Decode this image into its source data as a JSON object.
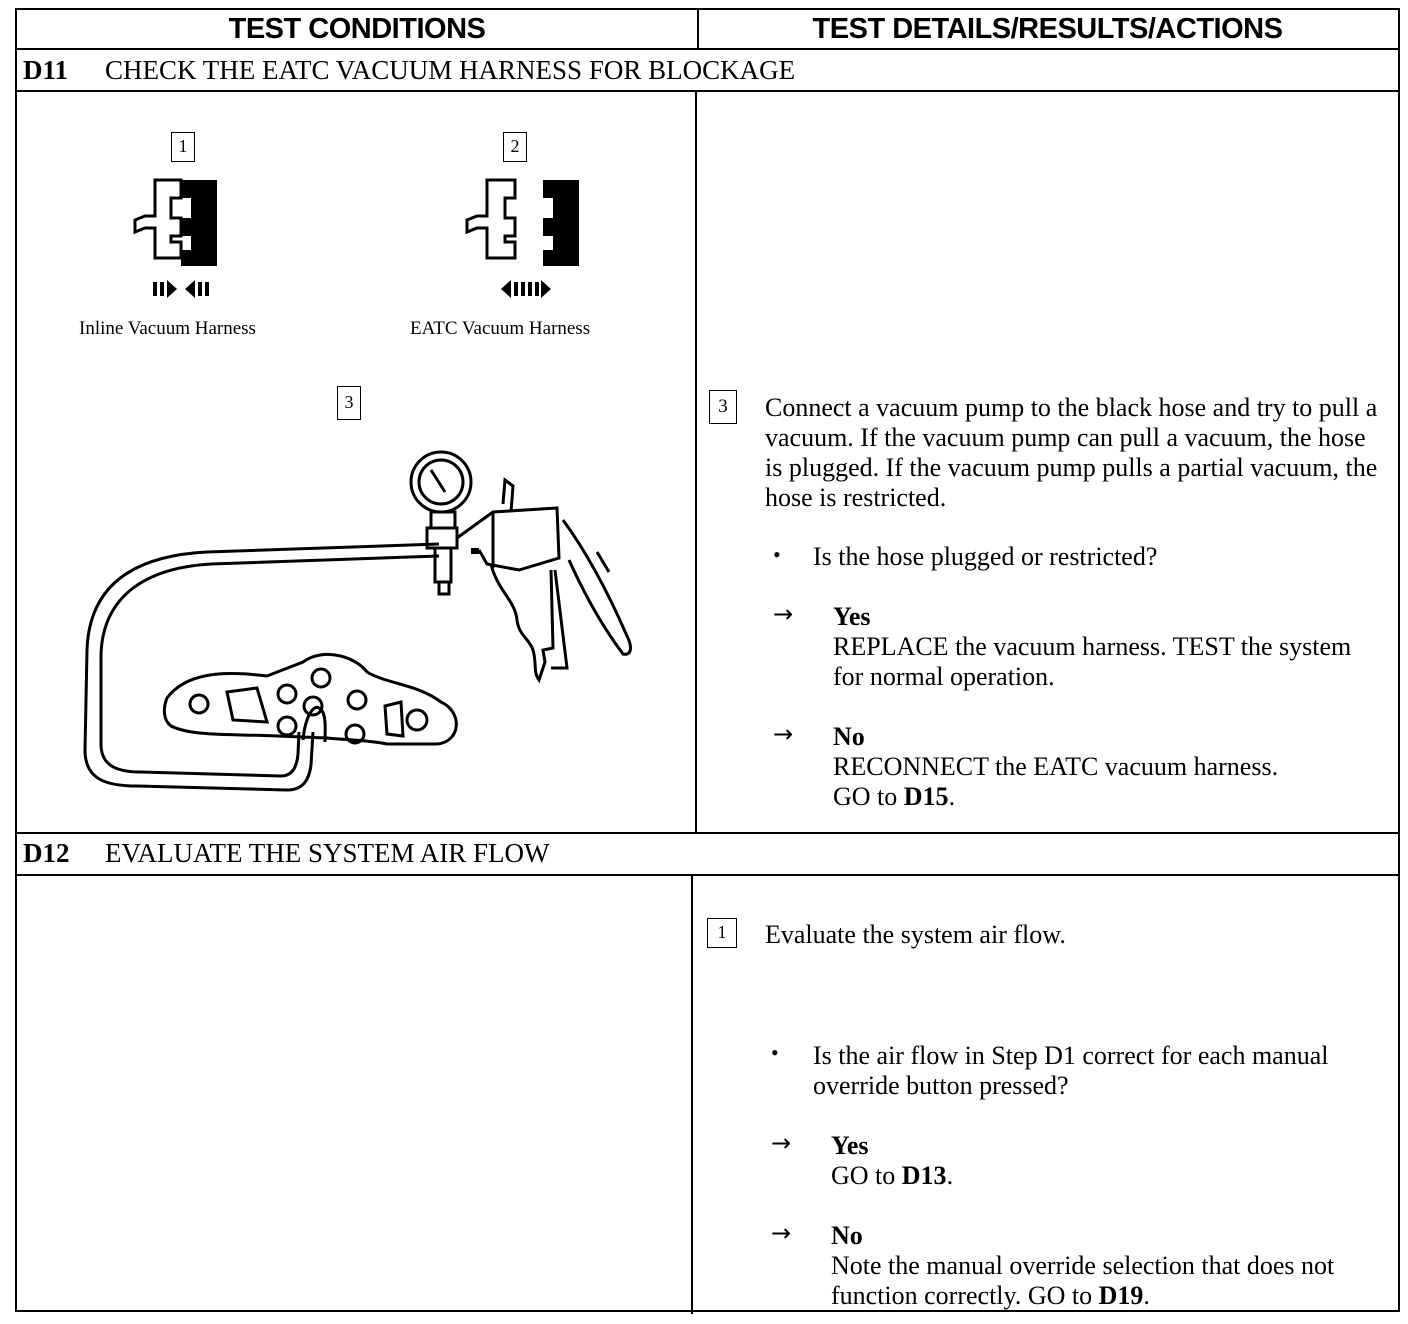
{
  "header": {
    "left": "TEST CONDITIONS",
    "right": "TEST DETAILS/RESULTS/ACTIONS"
  },
  "d11": {
    "code": "D11",
    "title": "CHECK THE EATC VACUUM HARNESS FOR BLOCKAGE",
    "figure": {
      "label1": "1",
      "label2": "2",
      "label3": "3",
      "caption1": "Inline Vacuum Harness",
      "caption2": "EATC Vacuum Harness"
    },
    "step_num": "3",
    "step_text": "Connect a vacuum pump to the black hose and try to pull a vacuum. If the vacuum pump can pull a vacuum, the hose is plugged. If the vacuum pump pulls a partial vacuum, the hose is restricted.",
    "question": "Is the hose plugged or restricted?",
    "yes_label": "Yes",
    "yes_text": "REPLACE the vacuum harness. TEST the system for normal operation.",
    "no_label": "No",
    "no_text": "RECONNECT the EATC vacuum harness.",
    "no_goto_prefix": "GO to ",
    "no_goto": "D15",
    "no_goto_suffix": "."
  },
  "d12": {
    "code": "D12",
    "title": "EVALUATE THE SYSTEM AIR FLOW",
    "step_num": "1",
    "step_text": "Evaluate the system air flow.",
    "question": "Is the air flow in Step D1 correct for each manual override button pressed?",
    "yes_label": "Yes",
    "yes_goto_prefix": "GO to ",
    "yes_goto": "D13",
    "yes_goto_suffix": ".",
    "no_label": "No",
    "no_text": "Note the manual override selection that does not function correctly.",
    "no_goto_prefix": "GO to ",
    "no_goto": "D19",
    "no_goto_suffix": "."
  },
  "symbols": {
    "arrow": "→",
    "bullet": "•"
  }
}
